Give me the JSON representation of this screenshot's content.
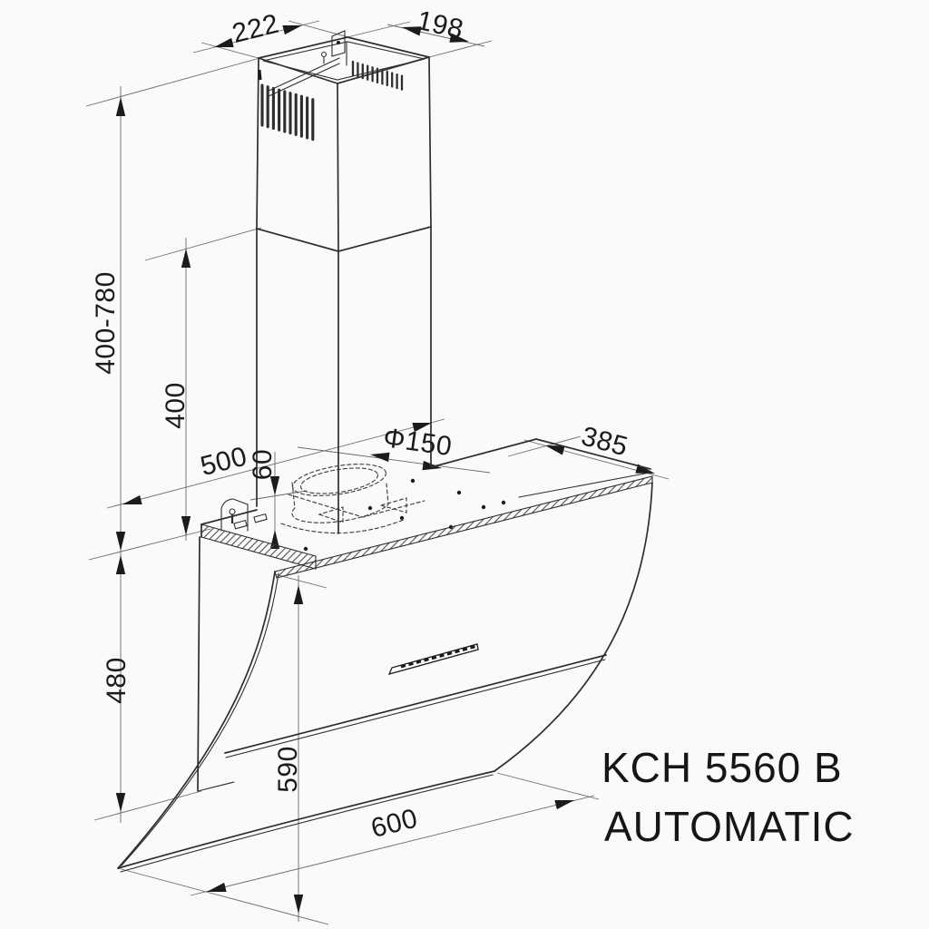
{
  "product": {
    "model": "KCH 5560 B",
    "series": "AUTOMATIC"
  },
  "dimensions": {
    "chimney_top_depth": "222",
    "chimney_top_width": "198",
    "chimney_height_range": "400-780",
    "chimney_lower_height": "400",
    "wall_to_front_depth": "500",
    "body_frame_height": "60",
    "duct_diameter": "Φ150",
    "body_top_depth": "385",
    "body_height": "480",
    "glass_height": "590",
    "hood_width": "600"
  },
  "colors": {
    "background": "#fafafa",
    "line": "#2e2e2e",
    "dimension_line": "#6a6a6a",
    "text": "#1b1b1b"
  }
}
